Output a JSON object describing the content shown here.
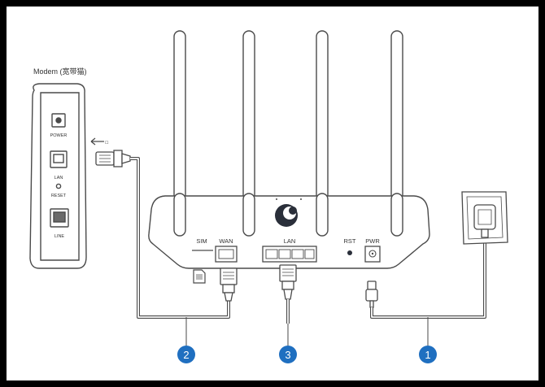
{
  "modem": {
    "title": "Modem (宽带猫)",
    "power_label": "POWER",
    "lan_label": "LAN",
    "reset_label": "RESET",
    "line_label": "LINE"
  },
  "router": {
    "sim_label": "SIM",
    "wan_label": "WAN",
    "lan_label": "LAN",
    "rst_label": "RST",
    "pwr_label": "PWR"
  },
  "steps": [
    {
      "number": "1",
      "color": "#1f6fc0"
    },
    {
      "number": "2",
      "color": "#1f6fc0"
    },
    {
      "number": "3",
      "color": "#1f6fc0"
    }
  ],
  "colors": {
    "outline": "#4a4a4a",
    "badge": "#1f6fc0",
    "logo": "#2a2f3a"
  }
}
